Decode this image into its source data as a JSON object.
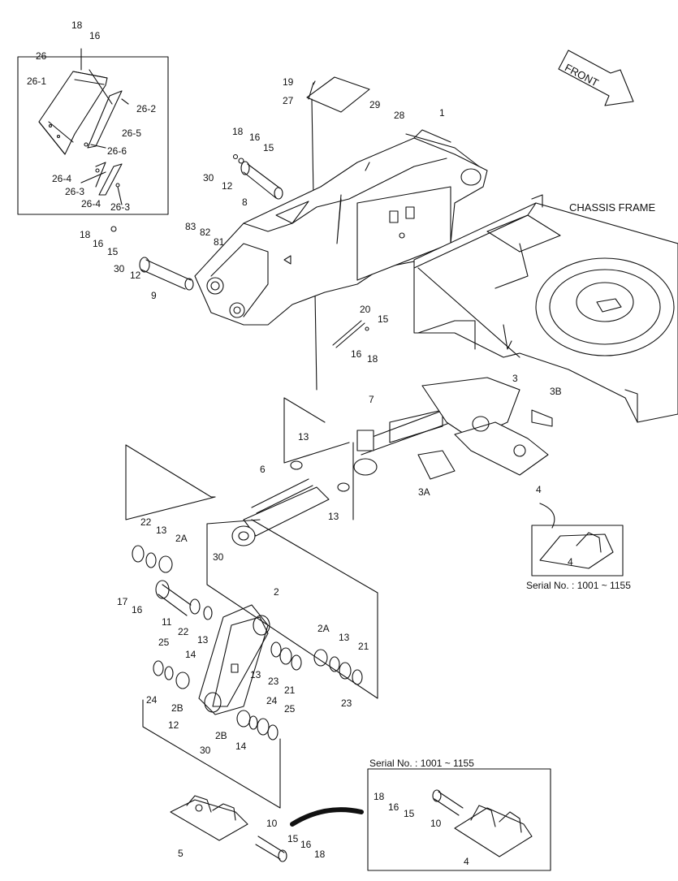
{
  "labels": {
    "l18a": "18",
    "l16a": "16",
    "l26": "26",
    "l26_1": "26-1",
    "l26_2": "26-2",
    "l26_5": "26-5",
    "l26_6": "26-6",
    "l26_4a": "26-4",
    "l26_3a": "26-3",
    "l26_4b": "26-4",
    "l26_3b": "26-3",
    "l19": "19",
    "l27": "27",
    "l29": "29",
    "l28": "28",
    "l1": "1",
    "l18b": "18",
    "l16b": "16",
    "l15b": "15",
    "l30b": "30",
    "l12b": "12",
    "l8": "8",
    "l18c": "18",
    "l16c": "16",
    "l15c": "15",
    "l30c": "30",
    "l12c": "12",
    "l9": "9",
    "l83": "83",
    "l82": "82",
    "l81": "81",
    "l20": "20",
    "l15d": "15",
    "l16d": "16",
    "l18d": "18",
    "l7": "7",
    "l3": "3",
    "l3B": "3B",
    "l13a": "13",
    "l6": "6",
    "l13b": "13",
    "l3A": "3A",
    "l4a": "4",
    "l22a": "22",
    "l13c": "13",
    "l2Aa": "2A",
    "l30e": "30",
    "l2": "2",
    "l17": "17",
    "l16e": "16",
    "l11": "11",
    "l22b": "22",
    "l13d": "13",
    "l25a": "25",
    "l14a": "14",
    "l24a": "24",
    "l2Ba": "2B",
    "l13e": "13",
    "l23a": "23",
    "l21a": "21",
    "l2Ab": "2A",
    "l13f": "13",
    "l21b": "21",
    "l23b": "23",
    "l24b": "24",
    "l25b": "25",
    "l12e": "12",
    "l2Bb": "2B",
    "l14b": "14",
    "l30f": "30",
    "l5": "5",
    "l10a": "10",
    "l15e": "15",
    "l16f": "16",
    "l18e": "18",
    "l18f": "18",
    "l16g": "16",
    "l15f": "15",
    "l10b": "10",
    "l4b": "4",
    "l4c": "4"
  },
  "chassis_label": "CHASSIS FRAME",
  "front_label": "FRONT",
  "serial_1": "Serial No. : 1001 ~ 1155",
  "serial_2": "Serial No. : 1001 ~ 1155"
}
